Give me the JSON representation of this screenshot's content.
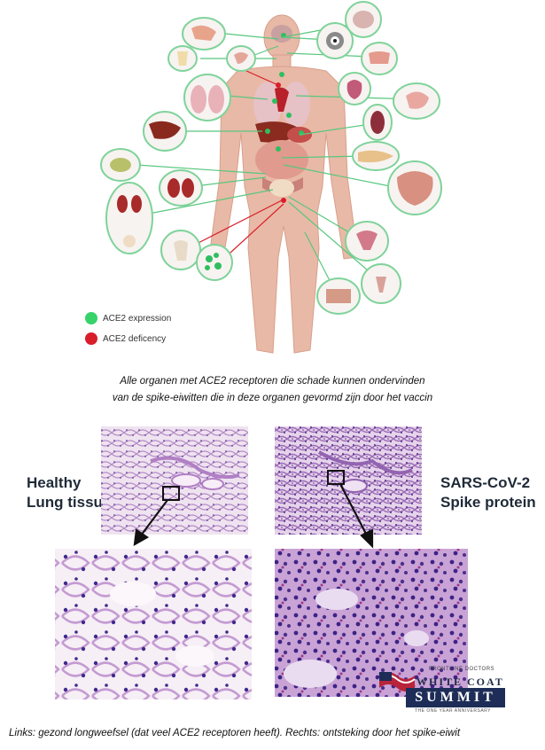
{
  "legend": {
    "expression_label": "ACE2 expression",
    "deficiency_label": "ACE2 deficency",
    "expression_color": "#35d36a",
    "deficiency_color": "#d81e2a"
  },
  "caption_top": {
    "line1": "Alle organen met ACE2 receptoren die schade kunnen ondervinden",
    "line2": "van de spike-eiwitten die in deze organen gevormd zijn door het vaccin"
  },
  "tissue": {
    "left_label_line1": "Healthy",
    "left_label_line2": "Lung tissue",
    "right_label_line1": "SARS-CoV-2",
    "right_label_line2": "Spike protein"
  },
  "logo": {
    "top_text": "FRONTLINE DOCTORS",
    "middle_text": "WHITE COAT",
    "box_text": "SUMMIT",
    "tagline": "THE ONE YEAR ANNIVERSARY"
  },
  "caption_bottom": "Links: gezond longweefsel (dat veel ACE2 receptoren heeft). Rechts: ontsteking door het spike-eiwit"
}
